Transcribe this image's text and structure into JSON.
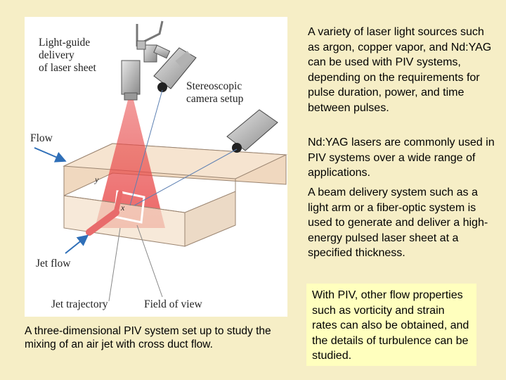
{
  "figure": {
    "labels": {
      "light_guide": "Light-guide\ndelivery\nof laser sheet",
      "stereoscopic": "Stereoscopic\ncamera setup",
      "flow": "Flow",
      "jet_flow": "Jet flow",
      "jet_trajectory": "Jet trajectory",
      "field_of_view": "Field of view",
      "axis_y": "y",
      "axis_x": "x"
    },
    "colors": {
      "laser": "#e84a4a",
      "duct": "#f2dcc6",
      "arrow": "#2f6fb8"
    }
  },
  "caption": "A three-dimensional PIV system set up to study the mixing of an air jet with cross duct flow.",
  "paragraphs": [
    "A variety of laser light sources such as argon, copper vapor, and Nd:YAG can be used with PIV systems, depending on the requirements for pulse duration, power, and time between pulses.",
    "Nd:YAG lasers are commonly used in PIV systems over a wide range of applications.",
    "A beam delivery system such as a light arm or a fiber-optic system is used to generate and deliver a high-energy pulsed laser sheet at a specified thickness."
  ],
  "highlight": "With PIV, other flow properties such as vorticity and strain rates can also be obtained, and the details of turbulence can be studied."
}
